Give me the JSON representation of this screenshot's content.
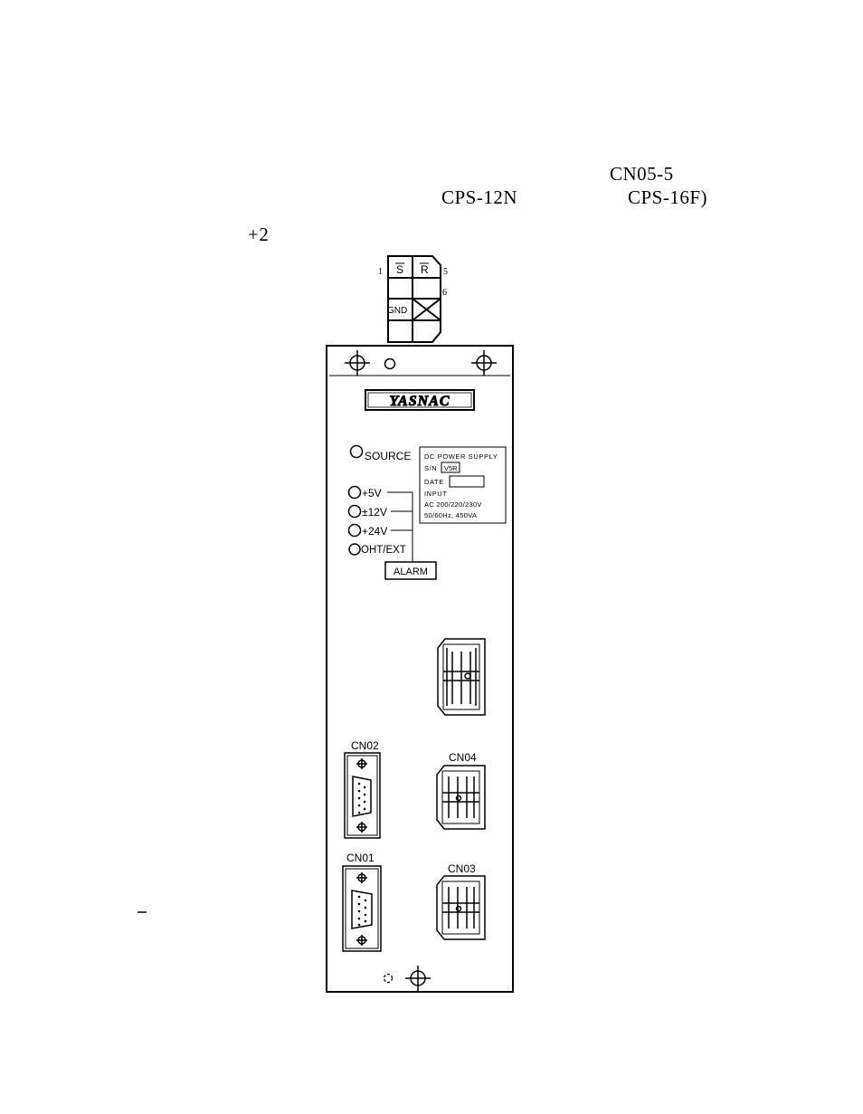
{
  "header": {
    "fragment_cn05": "CN05-5",
    "fragment_cps12n": "CPS-12N",
    "fragment_cps16f": "CPS-16F)",
    "fragment_plus2": "+2"
  },
  "connector_pinout": {
    "pin_1": "1",
    "pin_5": "5",
    "pin_6": "6",
    "cell_s": "S",
    "cell_r": "R",
    "cell_gnd": "GND"
  },
  "panel": {
    "brand": "YASNAC",
    "source_label": "SOURCE",
    "indicators": [
      "+5V",
      "±12V",
      "+24V",
      "OHT/EXT"
    ],
    "alarm_label": "ALARM",
    "nameplate": {
      "title": "DC POWER SUPPLY",
      "sn_label": "S/N",
      "sn_value": "V5R",
      "date_label": "DATE",
      "input_label": "INPUT",
      "voltage": "AC 200/220/230V",
      "frequency": "50/60Hz, 450VA"
    },
    "connectors": {
      "cn02": "CN02",
      "cn04": "CN04",
      "cn01": "CN01",
      "cn03": "CN03"
    }
  }
}
